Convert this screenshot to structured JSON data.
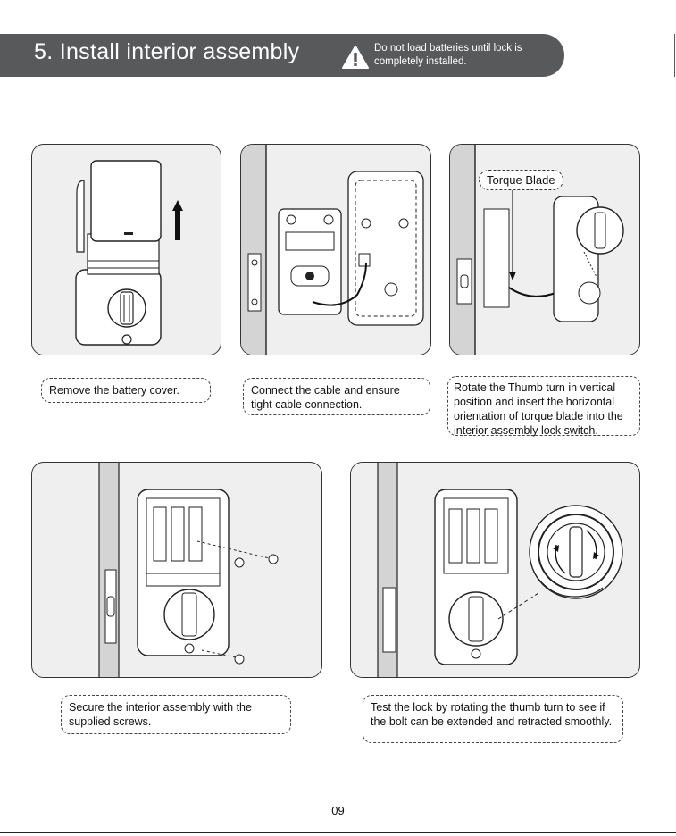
{
  "header": {
    "title": "5. Install interior assembly",
    "warning": "Do not load batteries until lock is completely installed.",
    "warning_icon": "warning-triangle-icon",
    "bar_color": "#58595b"
  },
  "steps": [
    {
      "caption": "Remove the battery cover."
    },
    {
      "caption": "Connect the cable and ensure tight cable connection."
    },
    {
      "caption": "Rotate the Thumb turn in vertical position and insert the horizontal orientation of torque blade into the interior assembly lock switch.",
      "callout": "Torque Blade"
    },
    {
      "caption": "Secure the interior assembly with the supplied screws."
    },
    {
      "caption": "Test the lock by rotating the thumb turn to see if the bolt can be extended and retracted smoothly."
    }
  ],
  "page_number": "09"
}
